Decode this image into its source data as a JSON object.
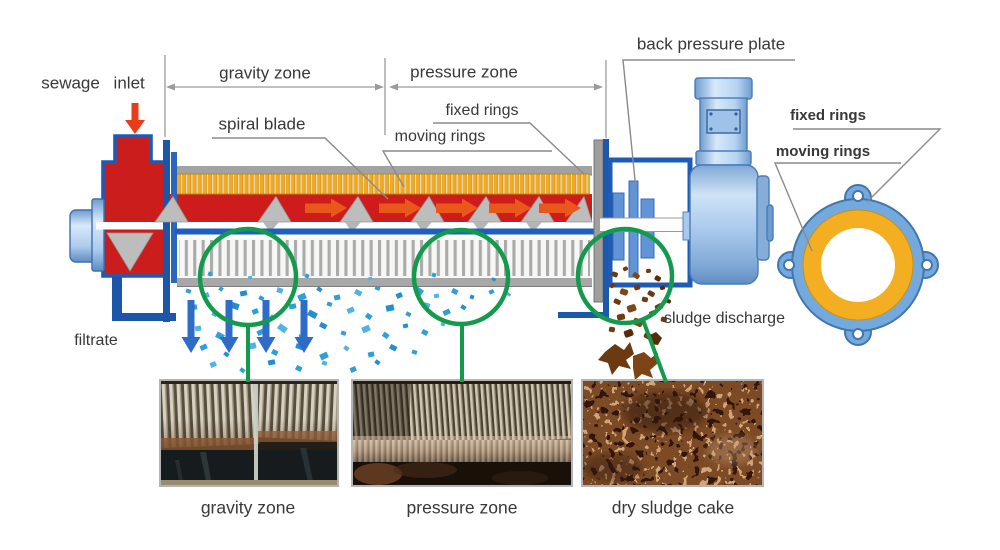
{
  "labels": {
    "sewage_inlet": "sewage inlet",
    "gravity_zone": "gravity zone",
    "pressure_zone": "pressure zone",
    "spiral_blade": "spiral blade",
    "fixed_rings": "fixed rings",
    "moving_rings": "moving rings",
    "back_pressure_plate": "back pressure plate",
    "fixed_rings_detail": "fixed rings",
    "moving_rings_detail": "moving rings",
    "filtrate": "filtrate",
    "sludge_discharge": "sludge discharge"
  },
  "photos": [
    {
      "label": "gravity zone"
    },
    {
      "label": "pressure zone"
    },
    {
      "label": "dry sludge cake"
    }
  ],
  "colors": {
    "machine_outline_blue": "#1a5cb5",
    "light_blue_metal": "#aecbec",
    "screw_red": "#ce1c1c",
    "ring_yellow": "#f2ab20",
    "flow_arrow_orange": "#e9571b",
    "annotation_green": "#149a4d",
    "filtrate_blue": "#2f9fd9",
    "sludge_brown": "#6e3a12",
    "steel_gray": "#a2a2a2",
    "label_text": "#383838"
  }
}
